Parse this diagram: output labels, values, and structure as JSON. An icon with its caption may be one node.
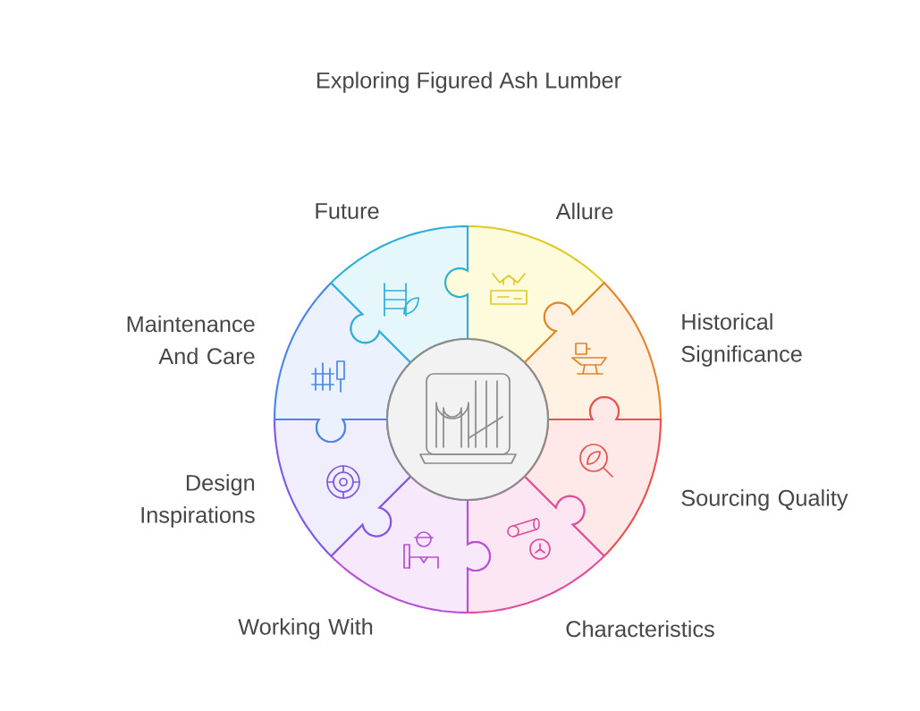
{
  "diagram": {
    "title": "Exploring Figured Ash Lumber",
    "nodes": [
      {
        "text": [
          "Allure"
        ]
      },
      {
        "text": [
          "Historical Significance"
        ]
      },
      {
        "text": [
          "Sourcing Quality"
        ]
      },
      {
        "text": [
          "Characteristics"
        ]
      },
      {
        "text": [
          "Working With"
        ]
      },
      {
        "text": [
          "Design Inspirations"
        ]
      },
      {
        "text": [
          "Maintenance And Care"
        ]
      },
      {
        "text": [
          "Future"
        ]
      },
      {
        "text": [],
        "shape": "circle"
      }
    ]
  }
}
